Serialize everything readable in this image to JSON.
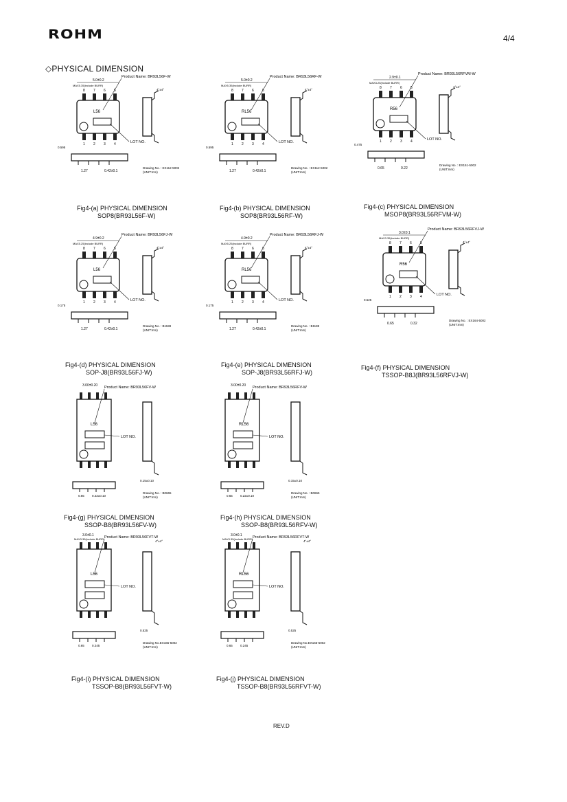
{
  "header": {
    "logo": "ROHM",
    "page": "4/4"
  },
  "section_title": "◇PHYSICAL DIMENSION",
  "footer": {
    "revision": "REV.D"
  },
  "lot_no": "LOT NO.",
  "figures": [
    {
      "id": "a",
      "caption": "Fig4-(a) PHYSICAL DIMENSION",
      "package": "SOP8(BR93L56F-W)",
      "product": "Product Name: BR93L56F-W",
      "marking": "L56",
      "width_dim": "5.0±0.2",
      "burr": "MAX5.35(include BURR)",
      "drawing": "Drawing No. : EX112-5002",
      "unit": "(UNIT:mm)",
      "pitch": "1.27",
      "lead": "0.42±0.1",
      "pin1_dim": "0.595",
      "angle": "4°±4°"
    },
    {
      "id": "b",
      "caption": "Fig4-(b) PHYSICAL DIMENSION",
      "package": "SOP8(BR93L56RF-W)",
      "product": "Product Name: BR93L56RF-W",
      "marking": "RL56",
      "width_dim": "5.0±0.2",
      "burr": "MAX5.35(include BURR)",
      "drawing": "Drawing No. : EX112-5002",
      "unit": "(UNIT:mm)",
      "pitch": "1.27",
      "lead": "0.42±0.1",
      "pin1_dim": "0.595",
      "angle": "4°±4°"
    },
    {
      "id": "c",
      "caption": "Fig4-(c) PHYSICAL DIMENSION",
      "package": "MSOP8(BR93L56RFVM-W)",
      "product": "Product Name: BR93L56RFVM-W",
      "marking": "R56",
      "width_dim": "2.9±0.1",
      "burr": "MAX3.25(include BURR)",
      "drawing": "Drawing No. : EX151-5002",
      "unit": "(UNIT:mm)",
      "pitch": "0.65",
      "lead": "0.22",
      "pin1_dim": "0.475",
      "angle": "4°±4°"
    },
    {
      "id": "d",
      "caption": "Fig4-(d) PHYSICAL DIMENSION",
      "package": "SOP-J8(BR93L56FJ-W)",
      "product": "Product Name: BR93L56FJ-W",
      "marking": "L56",
      "width_dim": "4.9±0.2",
      "burr": "MAX5.25(include BURR)",
      "drawing": "Drawing No. : B1188",
      "unit": "(UNIT:mm)",
      "pitch": "1.27",
      "lead": "0.42±0.1",
      "pin1_dim": "0.175",
      "angle": "4°±4°"
    },
    {
      "id": "e",
      "caption": "Fig4-(e) PHYSICAL DIMENSION",
      "package": "SOP-J8(BR93L56RFJ-W)",
      "product": "Product Name: BR93L56RFJ-W",
      "marking": "RL56",
      "width_dim": "4.9±0.2",
      "burr": "MAX5.25(include BURR)",
      "drawing": "Drawing No. : B1188",
      "unit": "(UNIT:mm)",
      "pitch": "1.27",
      "lead": "0.42±0.1",
      "pin1_dim": "0.175",
      "angle": "4°±4°"
    },
    {
      "id": "f",
      "caption": "Fig4-(f) PHYSICAL DIMENSION",
      "package": "TSSOP-B8J(BR93L56RFVJ-W)",
      "product": "Product Name: BR93L56RFVJ-W",
      "marking": "R56",
      "width_dim": "3.0±0.1",
      "burr": "MAX3.35(include BURR)",
      "drawing": "Drawing No. : EX164-5002",
      "unit": "(UNIT:mm)",
      "pitch": "0.65",
      "lead": "0.32",
      "pin1_dim": "0.525",
      "angle": "4°±4°"
    },
    {
      "id": "g",
      "caption": "Fig4-(g) PHYSICAL DIMENSION",
      "package": "SSOP-B8(BR93L56FV-W)",
      "product": "Product Name: BR93L56FV-W",
      "marking": "L56",
      "width_dim": "3.00±0.20",
      "burr": "",
      "drawing": "Drawing No. : B0665",
      "unit": "(UNIT:mm)",
      "pitch": "0.65",
      "lead": "0.22±0.10",
      "pin1_dim": "0.15±0.10",
      "angle": ""
    },
    {
      "id": "h",
      "caption": "Fig4-(h) PHYSICAL DIMENSION",
      "package": "SSOP-B8(BR93L56RFV-W)",
      "product": "Product Name: BR93L56RFV-W",
      "marking": "RL56",
      "width_dim": "3.00±0.20",
      "burr": "",
      "drawing": "Drawing No. : B0665",
      "unit": "(UNIT:mm)",
      "pitch": "0.65",
      "lead": "0.22±0.10",
      "pin1_dim": "0.15±0.10",
      "angle": ""
    },
    {
      "id": "i",
      "caption": "Fig4-(i) PHYSICAL DIMENSION",
      "package": "TSSOP-B8(BR93L56FVT-W)",
      "product": "Product Name: BR93L56FVT-W",
      "marking": "L56",
      "width_dim": "3.0±0.1",
      "burr": "MAX3.35(include BURR)",
      "drawing": "Drawing No.EX165-5002",
      "unit": "(UNIT:mm)",
      "pitch": "0.65",
      "lead": "0.245",
      "pin1_dim": "0.525",
      "angle": "4°±4°"
    },
    {
      "id": "j",
      "caption": "Fig4-(j) PHYSICAL DIMENSION",
      "package": "TSSOP-B8(BR93L56RFVT-W)",
      "product": "Product Name: BR93L56RFVT-W",
      "marking": "RL56",
      "width_dim": "3.0±0.1",
      "burr": "MAX3.35(include BURR)",
      "drawing": "Drawing No.EX165-5002",
      "unit": "(UNIT:mm)",
      "pitch": "0.65",
      "lead": "0.245",
      "pin1_dim": "0.525",
      "angle": "4°±4°"
    }
  ]
}
